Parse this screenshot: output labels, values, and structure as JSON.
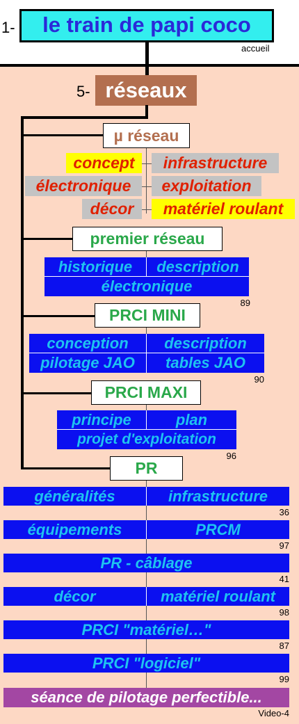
{
  "header": {
    "number": "1-",
    "title": "le train de papi coco",
    "accueil": "accueil"
  },
  "section": {
    "number": "5-",
    "title": "réseaux"
  },
  "mu_reseau": {
    "title": "µ réseau",
    "items": [
      "concept",
      "infrastructure",
      "électronique",
      "exploitation",
      "décor",
      "matériel roulant"
    ]
  },
  "premier_reseau": {
    "title": "premier réseau",
    "items": [
      "historique",
      "description",
      "électronique"
    ],
    "count": "89"
  },
  "prci_mini": {
    "title": "PRCI MINI",
    "items": [
      "conception",
      "description",
      "pilotage JAO",
      "tables JAO"
    ],
    "count": "90"
  },
  "prci_maxi": {
    "title": "PRCI MAXI",
    "items": [
      "principe",
      "plan",
      "projet d'exploitation"
    ],
    "count": "96"
  },
  "pr": {
    "title": "PR",
    "rows": [
      {
        "left": "généralités",
        "right": "infrastructure",
        "count": "36"
      },
      {
        "left": "équipements",
        "right": "PRCM",
        "count": "97"
      },
      {
        "full": "PR - câblage",
        "count": "41"
      },
      {
        "left": "décor",
        "right": "matériel roulant",
        "count": "98"
      },
      {
        "full": "PRCI \"matériel…\"",
        "count": "87"
      },
      {
        "full": "PRCI \"logiciel\"",
        "count": "99"
      }
    ],
    "seance": "séance de pilotage perfectible...",
    "video": "Video-4"
  },
  "colors": {
    "cyan": "#33eeee",
    "brown": "#b36f4f",
    "peach": "#fdd8c4",
    "blue": "#0b10f0",
    "yellow": "#ffff00",
    "purple": "#a347a3",
    "green_text": "#2aa84a"
  }
}
